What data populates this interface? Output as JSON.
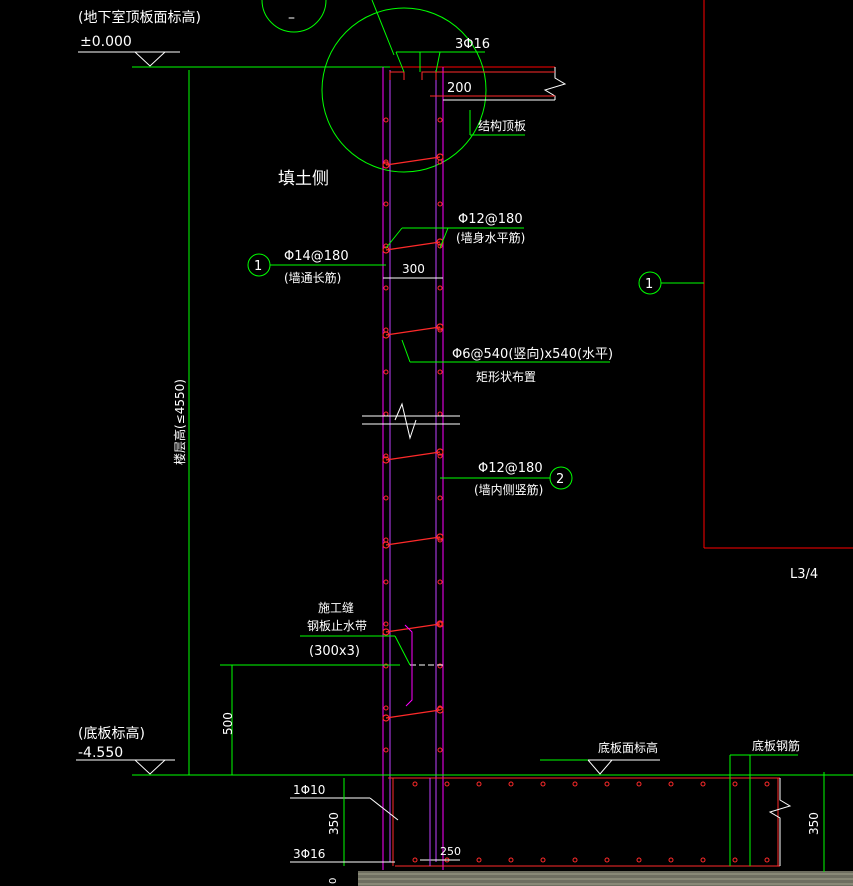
{
  "drawing": {
    "top_level_label": "(地下室顶板面标高)",
    "top_level_value": "±0.000",
    "bottom_level_label": "(底板标高)",
    "bottom_level_value": "-4.550",
    "top_bars": "3Φ16",
    "slab_thickness": "200",
    "roof_slab": "结构顶板",
    "fill_side": "填土侧",
    "horiz_bar_spec": "Φ12@180",
    "horiz_bar_name": "(墙身水平筋)",
    "outer_bar_spec": "Φ14@180",
    "outer_bar_name": "(墙通长筋)",
    "wall_thickness": "300",
    "tie_spec": "Φ6@540(竖向)x540(水平)",
    "tie_layout": "矩形状布置",
    "inner_bar_spec": "Φ12@180",
    "inner_bar_name": "(墙内侧竖筋)",
    "wall_height": "楼层高(≤4550)",
    "joint_label": "施工缝",
    "waterstop_label": "钢板止水带",
    "waterstop_size": "(300x3)",
    "joint_height": "500",
    "base_top_label": "底板面标高",
    "base_rebar_label": "底板钢筋",
    "base_bar_top": "1Φ10",
    "base_thickness": "350",
    "base_thickness_right": "350",
    "base_bar_bottom": "3Φ16",
    "base_offset": "250",
    "cut_mark_zero": "0",
    "detail_ref": "L3/4",
    "bubble_1": "1",
    "bubble_1_right": "1",
    "bubble_2": "2",
    "bubble_dash": "–"
  },
  "colors": {
    "leader": "#00ff00",
    "wall": "#ff00ff",
    "rebar": "#ff2a2a",
    "frame": "#ff0000",
    "text": "#ffffff",
    "hatch": "#b8b8a0"
  }
}
